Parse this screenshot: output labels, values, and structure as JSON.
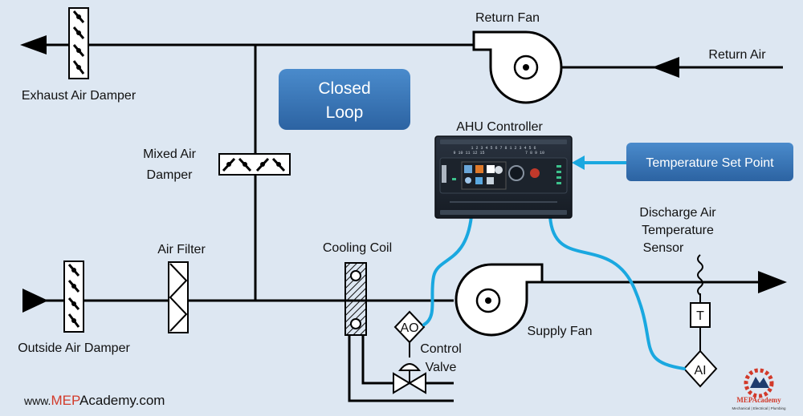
{
  "labels": {
    "return_fan": "Return Fan",
    "return_air": "Return Air",
    "exhaust_air_damper": "Exhaust  Air Damper",
    "mixed_air_damper_1": "Mixed  Air",
    "mixed_air_damper_2": "Damper",
    "air_filter": "Air Filter",
    "cooling_coil": "Cooling Coil",
    "outside_air_damper": "Outside  Air Damper",
    "supply_fan": "Supply Fan",
    "control_valve_1": "Control",
    "control_valve_2": "Valve",
    "ahu_controller": "AHU Controller",
    "discharge_sensor_1": "Discharge Air",
    "discharge_sensor_2": "Temperature",
    "discharge_sensor_3": "Sensor",
    "ao": "AO",
    "ai": "AI",
    "t": "T"
  },
  "closed_loop": {
    "line1": "Closed",
    "line2": "Loop"
  },
  "set_point": "Temperature Set Point",
  "website": {
    "prefix": "www.",
    "brand": "MEP",
    "suffix": "Academy.com"
  },
  "logo": {
    "name": "MEPAcademy",
    "tagline": "Mechanical | Electrical | Plumbing"
  },
  "controller_terminals": {
    "top_row": "1 2 3 4 5 6 7 8 1 2 3 4 5 6",
    "numbers_left": "9 10 11 12 15",
    "numbers_right": "7 8 9 10"
  },
  "colors": {
    "background": "#dde7f2",
    "wire": "#1aa8e0",
    "box_blue": "#3a78b8",
    "brand_red": "#d23a2a"
  }
}
